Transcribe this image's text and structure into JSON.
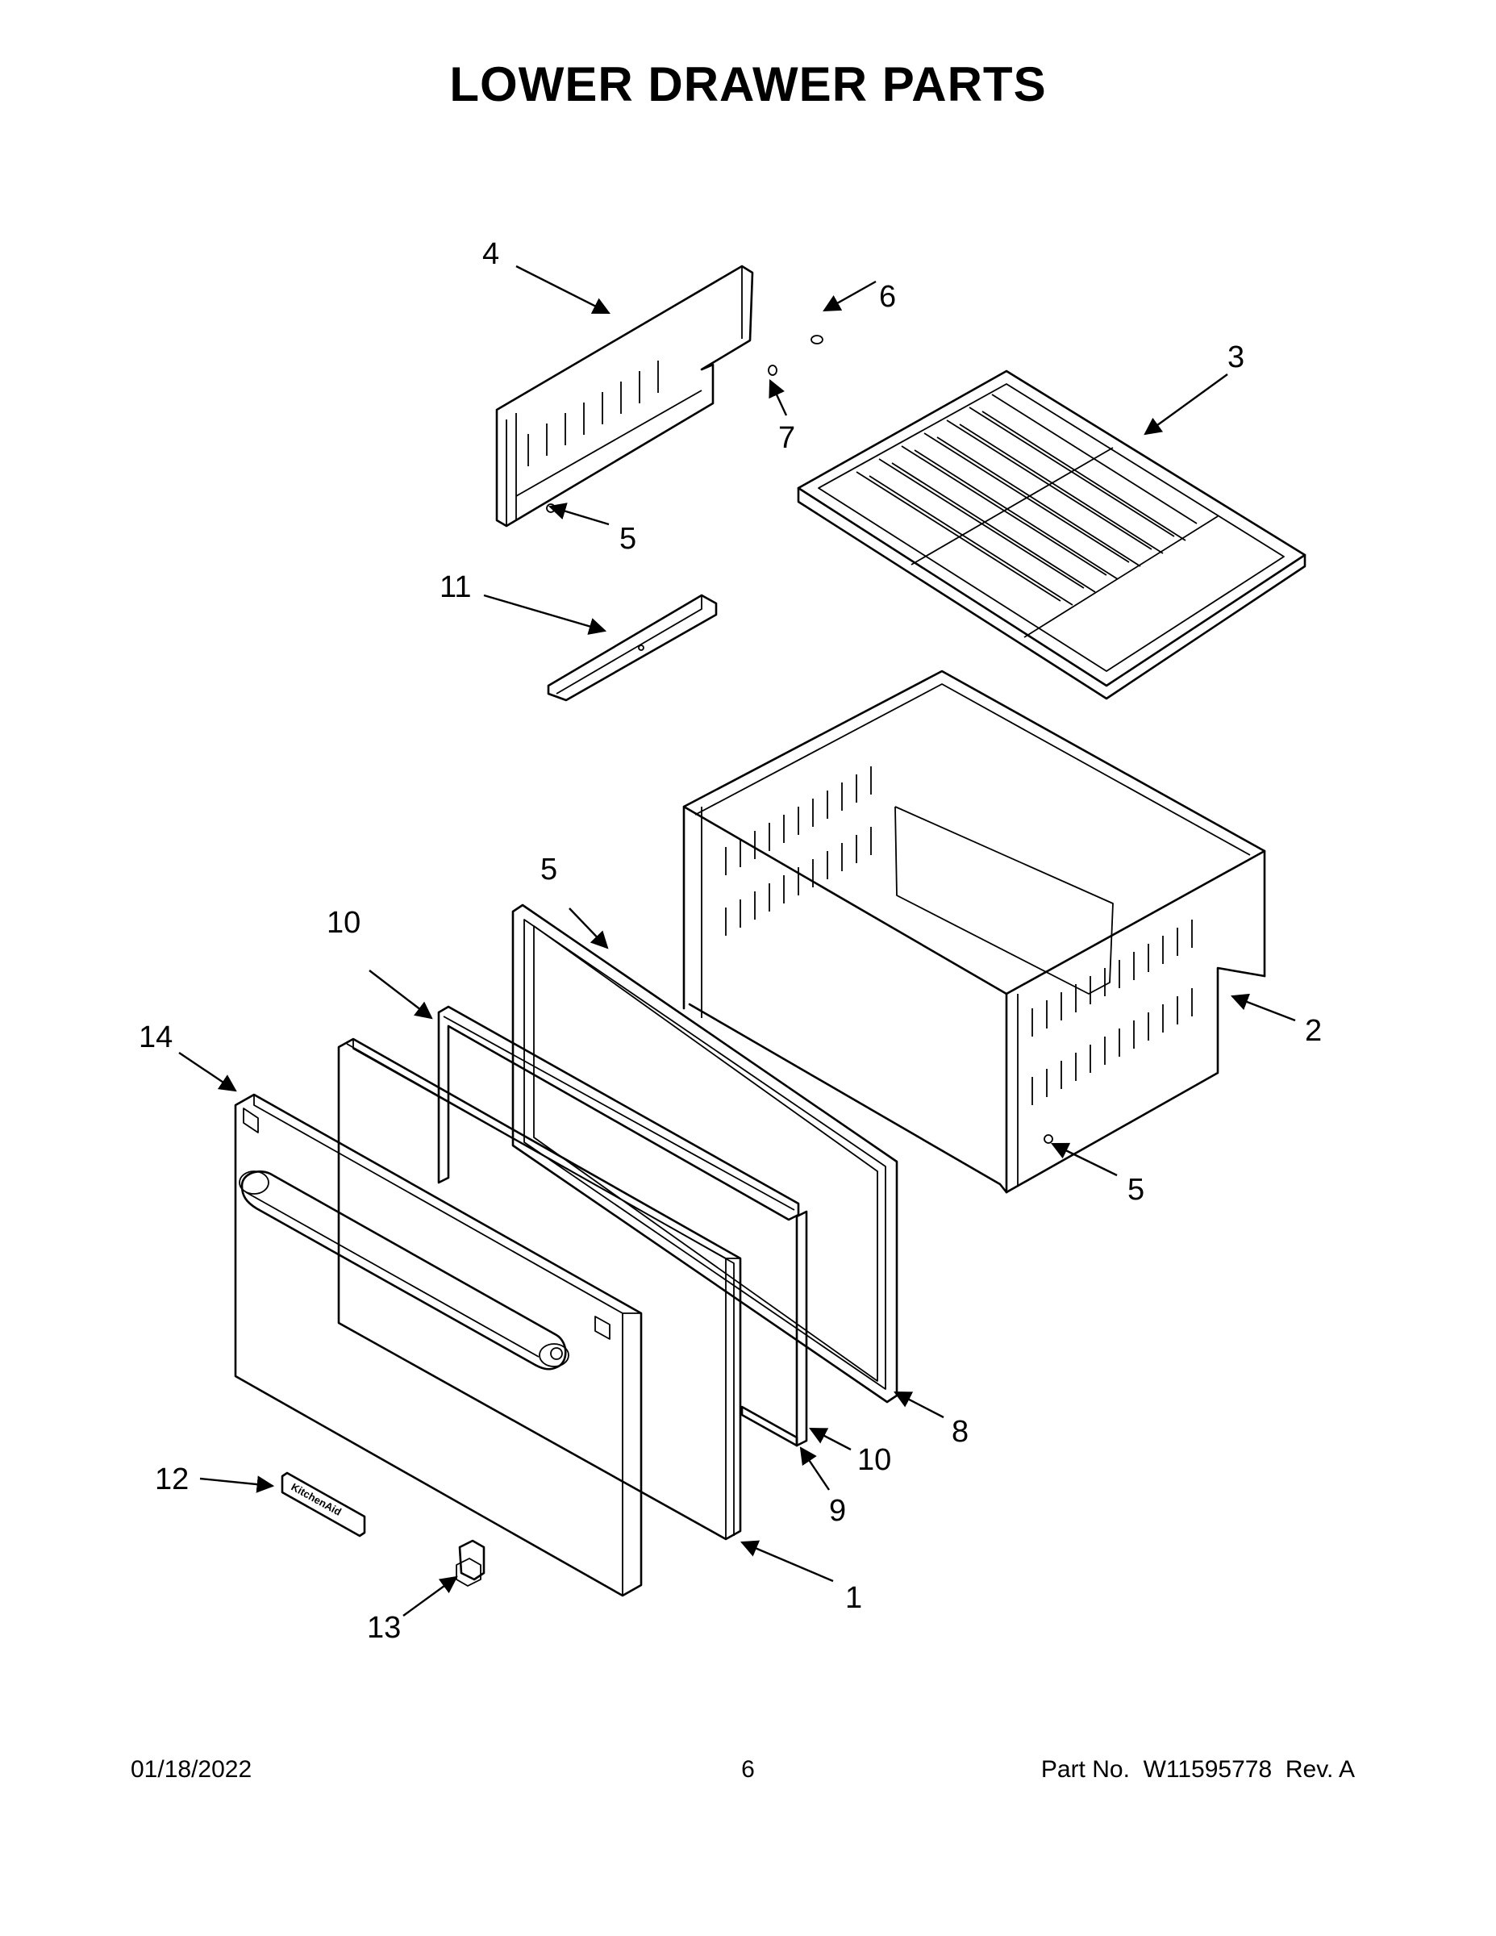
{
  "title": "LOWER DRAWER PARTS",
  "footer": {
    "date": "01/18/2022",
    "page": "6",
    "part_label": "Part No.",
    "part_number": "W11595778",
    "revision": "Rev. A"
  },
  "callouts": {
    "c4": "4",
    "c6": "6",
    "c3": "3",
    "c7": "7",
    "c5a": "5",
    "c11": "11",
    "c5b": "5",
    "c10a": "10",
    "c14": "14",
    "c2": "2",
    "c5c": "5",
    "c8": "8",
    "c10b": "10",
    "c9": "9",
    "c12": "12",
    "c1": "1",
    "c13": "13"
  },
  "nameplate": {
    "text": "KitchenAid"
  }
}
